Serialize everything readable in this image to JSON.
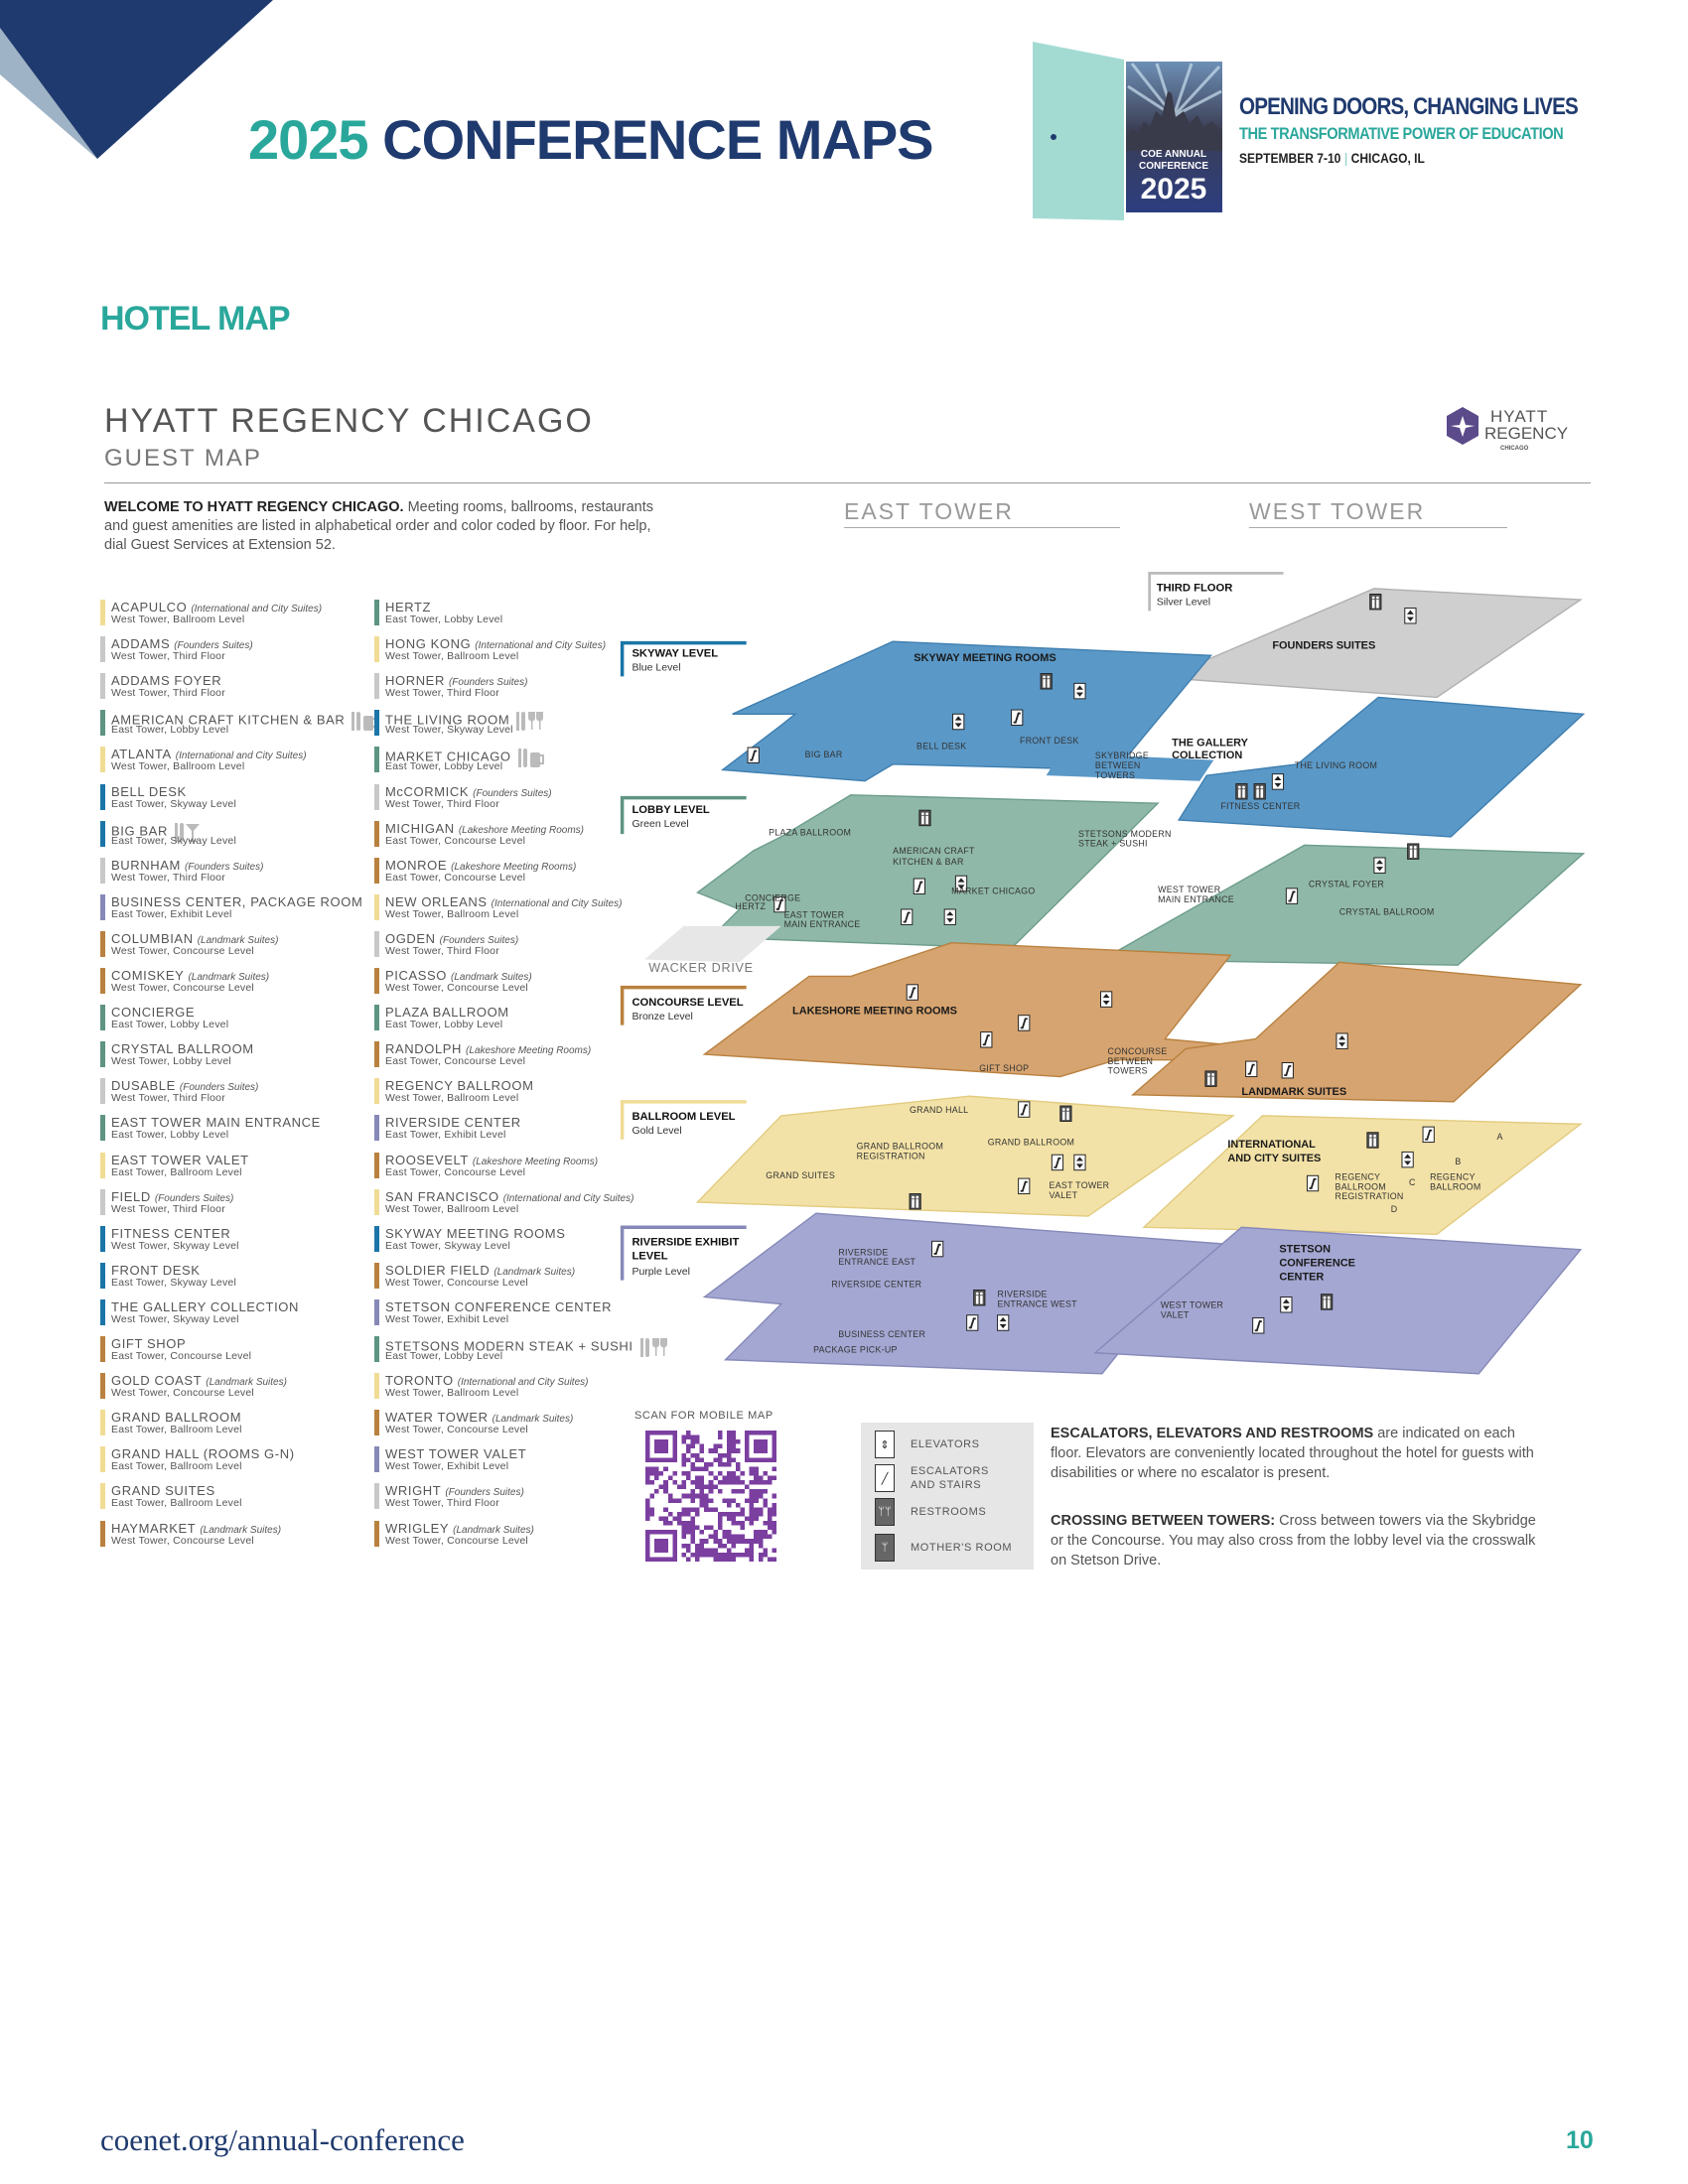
{
  "header": {
    "title_year": "2025",
    "title_rest": " CONFERENCE MAPS",
    "logo": {
      "badge_line1": "COE ANNUAL",
      "badge_line2": "CONFERENCE",
      "badge_year": "2025",
      "tagline1": "OPENING DOORS, CHANGING LIVES",
      "tagline2": "THE TRANSFORMATIVE POWER OF EDUCATION",
      "dates": "SEPTEMBER 7-10",
      "location": "CHICAGO, IL"
    }
  },
  "section_title": "HOTEL MAP",
  "hotel": {
    "name": "HYATT REGENCY CHICAGO",
    "subtitle": "GUEST MAP",
    "logo_line1": "HYATT",
    "logo_line2": "REGENCY",
    "logo_line3": "CHICAGO",
    "welcome_bold": "WELCOME TO HYATT REGENCY CHICAGO.",
    "welcome_text": " Meeting rooms, ballrooms, restaurants and guest amenities are listed in alphabetical order and color coded by floor. For help, dial Guest Services at Extension 52."
  },
  "towers": {
    "east": "EAST TOWER",
    "west": "WEST TOWER"
  },
  "colors": {
    "navy": "#1f3a6e",
    "teal": "#2aa79b",
    "silver": "#c8c8c8",
    "blue": "#1b75a8",
    "green": "#5e9483",
    "bronze": "#b9813f",
    "gold": "#f0dc95",
    "purple": "#8689b8"
  },
  "directory": {
    "column1": [
      {
        "name": "ACAPULCO",
        "qual": "(International and City Suites)",
        "loc": "West Tower, Ballroom Level",
        "level": "gold"
      },
      {
        "name": "ADDAMS",
        "qual": "(Founders Suites)",
        "loc": "West Tower, Third Floor",
        "level": "silver"
      },
      {
        "name": "ADDAMS FOYER",
        "qual": "",
        "loc": "West Tower, Third Floor",
        "level": "silver"
      },
      {
        "name": "AMERICAN CRAFT KITCHEN & BAR",
        "qual": "",
        "loc": "East Tower, Lobby Level",
        "level": "green",
        "amenity": "dining-beer-icon"
      },
      {
        "name": "ATLANTA",
        "qual": "(International and City Suites)",
        "loc": "West Tower, Ballroom Level",
        "level": "gold"
      },
      {
        "name": "BELL DESK",
        "qual": "",
        "loc": "East Tower, Skyway Level",
        "level": "blue"
      },
      {
        "name": "BIG BAR",
        "qual": "",
        "loc": "East Tower, Skyway Level",
        "level": "blue",
        "amenity": "dining-cocktail-icon"
      },
      {
        "name": "BURNHAM",
        "qual": "(Founders Suites)",
        "loc": "West Tower, Third Floor",
        "level": "silver"
      },
      {
        "name": "BUSINESS CENTER, PACKAGE ROOM",
        "qual": "",
        "loc": "East Tower, Exhibit Level",
        "level": "purple"
      },
      {
        "name": "COLUMBIAN",
        "qual": "(Landmark Suites)",
        "loc": "West Tower, Concourse Level",
        "level": "bronze"
      },
      {
        "name": "COMISKEY",
        "qual": "(Landmark Suites)",
        "loc": "West Tower, Concourse Level",
        "level": "bronze"
      },
      {
        "name": "CONCIERGE",
        "qual": "",
        "loc": "East Tower, Lobby Level",
        "level": "green"
      },
      {
        "name": "CRYSTAL BALLROOM",
        "qual": "",
        "loc": "West Tower, Lobby Level",
        "level": "green"
      },
      {
        "name": "DUSABLE",
        "qual": "(Founders Suites)",
        "loc": "West Tower, Third Floor",
        "level": "silver"
      },
      {
        "name": "EAST TOWER MAIN ENTRANCE",
        "qual": "",
        "loc": "East Tower, Lobby Level",
        "level": "green"
      },
      {
        "name": "EAST TOWER VALET",
        "qual": "",
        "loc": "East Tower, Ballroom Level",
        "level": "gold"
      },
      {
        "name": "FIELD",
        "qual": "(Founders Suites)",
        "loc": "West Tower, Third Floor",
        "level": "silver"
      },
      {
        "name": "FITNESS CENTER",
        "qual": "",
        "loc": "West Tower, Skyway Level",
        "level": "blue"
      },
      {
        "name": "FRONT DESK",
        "qual": "",
        "loc": "East Tower, Skyway Level",
        "level": "blue"
      },
      {
        "name": "THE GALLERY COLLECTION",
        "qual": "",
        "loc": "West Tower, Skyway Level",
        "level": "blue"
      },
      {
        "name": "GIFT SHOP",
        "qual": "",
        "loc": "East Tower, Concourse Level",
        "level": "bronze"
      },
      {
        "name": "GOLD COAST",
        "qual": "(Landmark Suites)",
        "loc": "West Tower, Concourse Level",
        "level": "bronze"
      },
      {
        "name": "GRAND BALLROOM",
        "qual": "",
        "loc": "East Tower, Ballroom Level",
        "level": "gold"
      },
      {
        "name": "GRAND HALL (ROOMS G-N)",
        "qual": "",
        "loc": "East Tower, Ballroom Level",
        "level": "gold"
      },
      {
        "name": "GRAND SUITES",
        "qual": "",
        "loc": "East Tower, Ballroom Level",
        "level": "gold"
      },
      {
        "name": "HAYMARKET",
        "qual": "(Landmark Suites)",
        "loc": "West Tower, Concourse Level",
        "level": "bronze"
      }
    ],
    "column2": [
      {
        "name": "HERTZ",
        "qual": "",
        "loc": "East Tower, Lobby Level",
        "level": "green"
      },
      {
        "name": "HONG KONG",
        "qual": "(International and City Suites)",
        "loc": "West Tower, Ballroom Level",
        "level": "gold"
      },
      {
        "name": "HORNER",
        "qual": "(Founders Suites)",
        "loc": "West Tower, Third Floor",
        "level": "silver"
      },
      {
        "name": "THE LIVING ROOM",
        "qual": "",
        "loc": "West Tower, Skyway Level",
        "level": "blue",
        "amenity": "dining-wine-icon"
      },
      {
        "name": "MARKET CHICAGO",
        "qual": "",
        "loc": "East Tower, Lobby Level",
        "level": "green",
        "amenity": "dining-coffee-icon"
      },
      {
        "name": "McCORMICK",
        "qual": "(Founders Suites)",
        "loc": "West Tower, Third Floor",
        "level": "silver"
      },
      {
        "name": "MICHIGAN",
        "qual": "(Lakeshore Meeting Rooms)",
        "loc": "East Tower, Concourse Level",
        "level": "bronze"
      },
      {
        "name": "MONROE",
        "qual": "(Lakeshore Meeting Rooms)",
        "loc": "East Tower, Concourse Level",
        "level": "bronze"
      },
      {
        "name": "NEW ORLEANS",
        "qual": "(International and City Suites)",
        "loc": "West Tower, Ballroom Level",
        "level": "gold"
      },
      {
        "name": "OGDEN",
        "qual": "(Founders Suites)",
        "loc": "West Tower, Third Floor",
        "level": "silver"
      },
      {
        "name": "PICASSO",
        "qual": "(Landmark Suites)",
        "loc": "West Tower, Concourse Level",
        "level": "bronze"
      },
      {
        "name": "PLAZA BALLROOM",
        "qual": "",
        "loc": "East Tower, Lobby Level",
        "level": "green"
      },
      {
        "name": "RANDOLPH",
        "qual": "(Lakeshore Meeting Rooms)",
        "loc": "East Tower, Concourse Level",
        "level": "bronze"
      },
      {
        "name": "REGENCY BALLROOM",
        "qual": "",
        "loc": "West Tower, Ballroom Level",
        "level": "gold"
      },
      {
        "name": "RIVERSIDE CENTER",
        "qual": "",
        "loc": "East Tower, Exhibit Level",
        "level": "purple"
      },
      {
        "name": "ROOSEVELT",
        "qual": "(Lakeshore Meeting Rooms)",
        "loc": "East Tower, Concourse Level",
        "level": "bronze"
      },
      {
        "name": "SAN FRANCISCO",
        "qual": "(International and City Suites)",
        "loc": "West Tower, Ballroom Level",
        "level": "gold"
      },
      {
        "name": "SKYWAY MEETING ROOMS",
        "qual": "",
        "loc": "East Tower, Skyway Level",
        "level": "blue"
      },
      {
        "name": "SOLDIER FIELD",
        "qual": "(Landmark Suites)",
        "loc": "West Tower, Concourse Level",
        "level": "bronze"
      },
      {
        "name": "STETSON CONFERENCE CENTER",
        "qual": "",
        "loc": "West Tower, Exhibit Level",
        "level": "purple"
      },
      {
        "name": "STETSONS MODERN STEAK + SUSHI",
        "qual": "",
        "loc": "East Tower, Lobby Level",
        "level": "green",
        "amenity": "dining-wine-icon"
      },
      {
        "name": "TORONTO",
        "qual": "(International and City Suites)",
        "loc": "West Tower, Ballroom Level",
        "level": "gold"
      },
      {
        "name": "WATER TOWER",
        "qual": "(Landmark Suites)",
        "loc": "West Tower, Concourse Level",
        "level": "bronze"
      },
      {
        "name": "WEST TOWER VALET",
        "qual": "",
        "loc": "West Tower, Exhibit Level",
        "level": "purple"
      },
      {
        "name": "WRIGHT",
        "qual": "(Founders Suites)",
        "loc": "West Tower, Third Floor",
        "level": "silver"
      },
      {
        "name": "WRIGLEY",
        "qual": "(Landmark Suites)",
        "loc": "West Tower, Concourse Level",
        "level": "bronze"
      }
    ]
  },
  "map": {
    "levels": {
      "third": {
        "title": "THIRD FLOOR",
        "sub": "Silver Level"
      },
      "skyway": {
        "title": "SKYWAY LEVEL",
        "sub": "Blue Level"
      },
      "lobby": {
        "title": "LOBBY LEVEL",
        "sub": "Green Level"
      },
      "concourse": {
        "title": "CONCOURSE LEVEL",
        "sub": "Bronze Level"
      },
      "ballroom": {
        "title": "BALLROOM LEVEL",
        "sub": "Gold Level"
      },
      "riverside": {
        "title1": "RIVERSIDE EXHIBIT",
        "title2": "LEVEL",
        "sub": "Purple Level"
      }
    },
    "labels": {
      "founders_suites": "FOUNDERS SUITES",
      "skyway_meeting_rooms": "SKYWAY MEETING ROOMS",
      "big_bar": "BIG BAR",
      "bell_desk": "BELL DESK",
      "front_desk": "FRONT DESK",
      "skybridge1": "SKYBRIDGE",
      "skybridge2": "BETWEEN",
      "skybridge3": "TOWERS",
      "gallery1": "THE GALLERY",
      "gallery2": "COLLECTION",
      "living_room": "THE LIVING ROOM",
      "fitness_center": "FITNESS CENTER",
      "plaza_ballroom": "PLAZA BALLROOM",
      "american_craft1": "AMERICAN CRAFT",
      "american_craft2": "KITCHEN & BAR",
      "stetsons1": "STETSONS MODERN",
      "stetsons2": "STEAK + SUSHI",
      "market_chicago": "MARKET CHICAGO",
      "concierge": "CONCIERGE",
      "hertz": "HERTZ",
      "etme1": "EAST TOWER",
      "etme2": "MAIN ENTRANCE",
      "wtme1": "WEST TOWER",
      "wtme2": "MAIN ENTRANCE",
      "crystal_foyer": "CRYSTAL FOYER",
      "crystal_ballroom": "CRYSTAL BALLROOM",
      "wacker_drive": "WACKER DRIVE",
      "lakeshore": "LAKESHORE MEETING ROOMS",
      "gift_shop": "GIFT SHOP",
      "concourse1": "CONCOURSE",
      "concourse2": "BETWEEN",
      "concourse3": "TOWERS",
      "landmark": "LANDMARK SUITES",
      "grand_hall": "GRAND HALL",
      "gbr1": "GRAND BALLROOM",
      "gbr2": "REGISTRATION",
      "grand_ballroom": "GRAND BALLROOM",
      "grand_suites": "GRAND SUITES",
      "etv1": "EAST TOWER",
      "etv2": "VALET",
      "intl1": "INTERNATIONAL",
      "intl2": "AND CITY SUITES",
      "rbr1": "REGENCY",
      "rbr2": "BALLROOM",
      "rbr3": "REGISTRATION",
      "rb1": "REGENCY",
      "rb2": "BALLROOM",
      "room_a": "A",
      "room_b": "B",
      "room_c": "C",
      "room_d": "D",
      "ree1": "RIVERSIDE",
      "ree2": "ENTRANCE EAST",
      "riverside_center": "RIVERSIDE CENTER",
      "rew1": "RIVERSIDE",
      "rew2": "ENTRANCE WEST",
      "business_center": "BUSINESS CENTER",
      "package_pickup": "PACKAGE PICK-UP",
      "stetson1": "STETSON",
      "stetson2": "CONFERENCE",
      "stetson3": "CENTER",
      "wtv1": "WEST TOWER",
      "wtv2": "VALET"
    }
  },
  "qr": {
    "label": "SCAN FOR MOBILE MAP",
    "color": "#7b3fa0"
  },
  "legend": {
    "elevators": "ELEVATORS",
    "escalators1": "ESCALATORS",
    "escalators2": "AND STAIRS",
    "restrooms": "RESTROOMS",
    "mothers_room": "MOTHER'S ROOM"
  },
  "notes": {
    "n1_bold": "ESCALATORS, ELEVATORS AND RESTROOMS",
    "n1_text": " are indicated on each floor. Elevators are conveniently located throughout the hotel for guests with disabilities or where no escalator is present.",
    "n2_bold": "CROSSING BETWEEN TOWERS:",
    "n2_text": " Cross between towers via the Skybridge or the Concourse. You may also cross from the lobby level via the crosswalk on Stetson Drive."
  },
  "footer": {
    "url": "coenet.org/annual-conference",
    "page": "10"
  }
}
